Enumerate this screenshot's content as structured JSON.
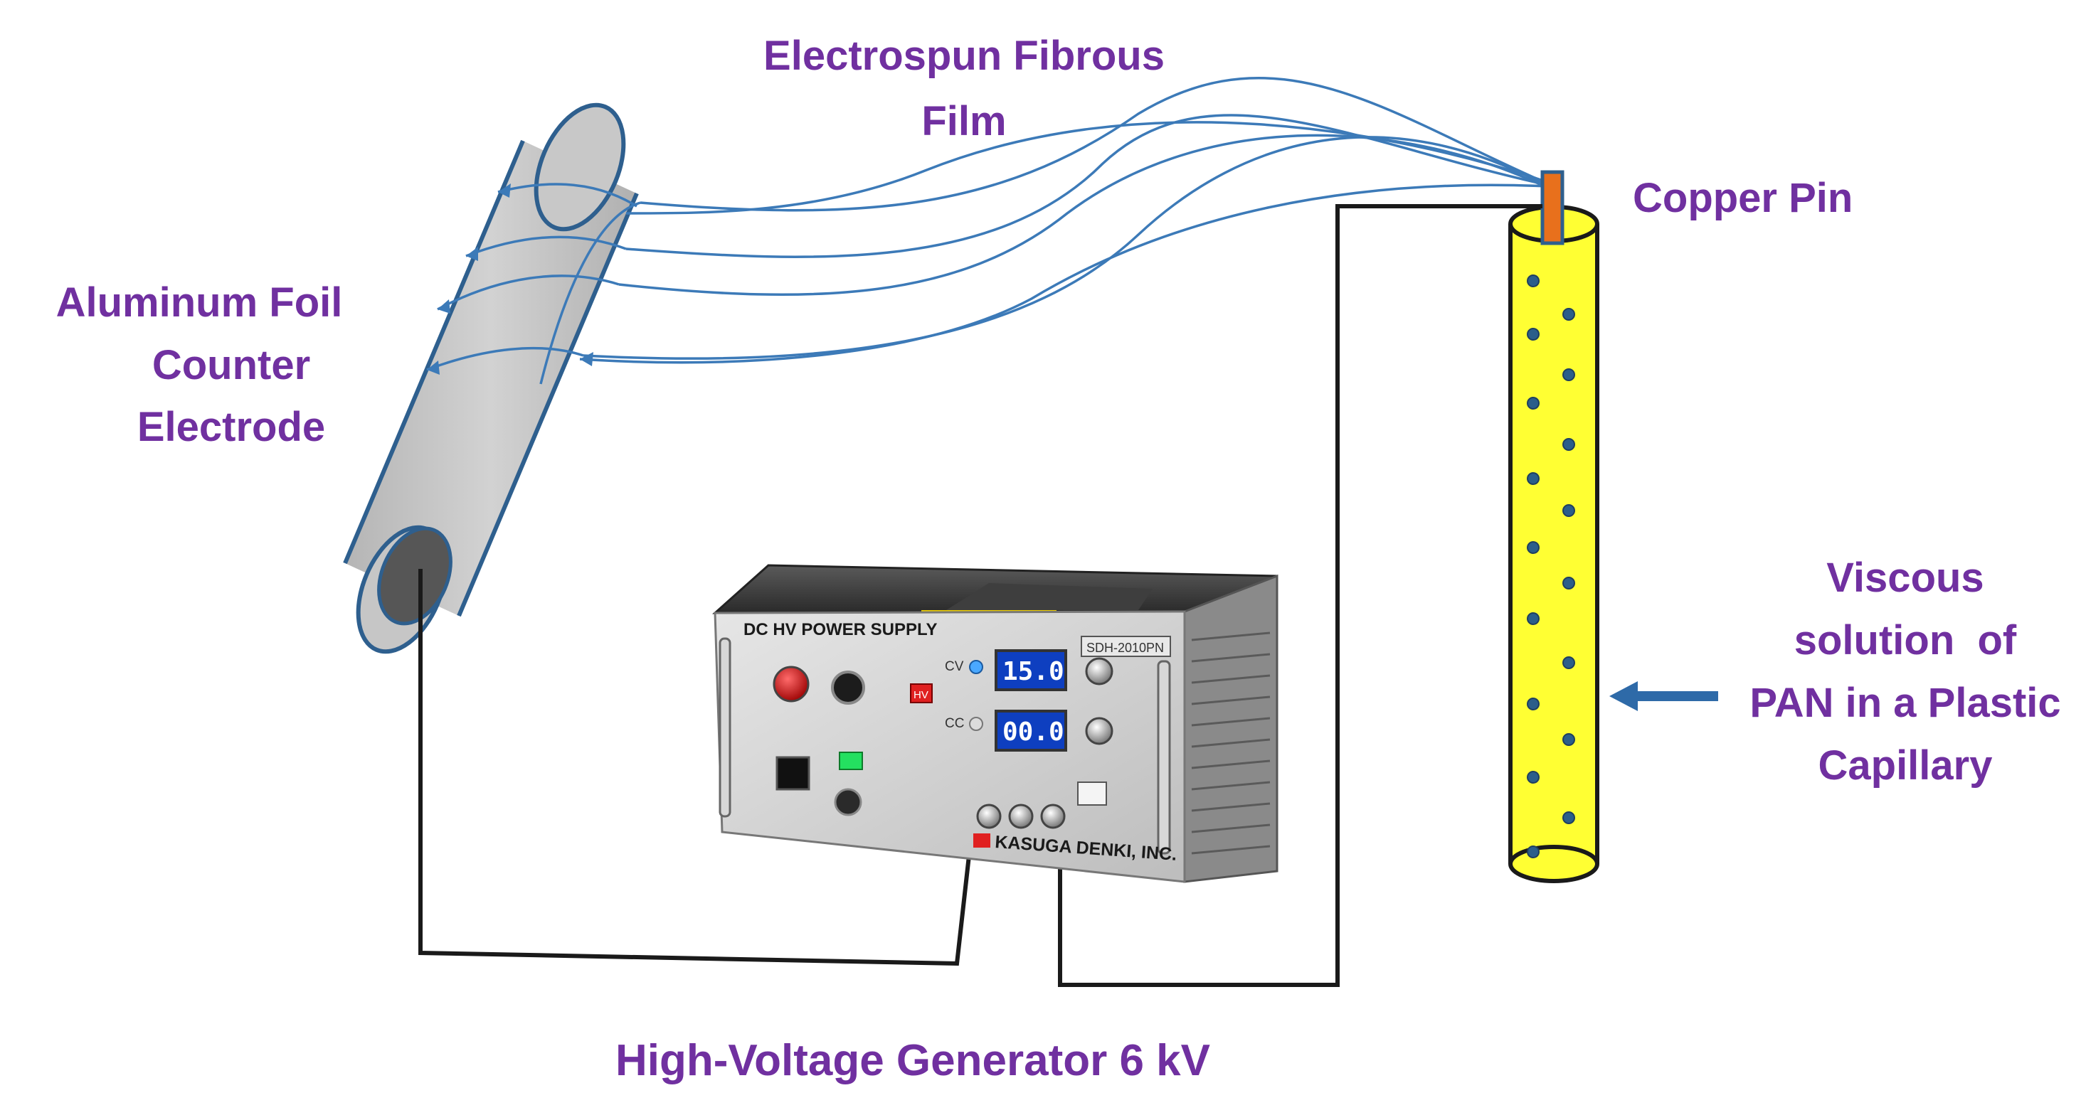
{
  "labels": {
    "film_line1": "Electrospun Fibrous",
    "film_line2": "Film",
    "copper_pin": "Copper Pin",
    "foil_line1": "Aluminum Foil",
    "foil_line2": "Counter",
    "foil_line3": "Electrode",
    "solution_line1": "Viscous",
    "solution_line2": "solution  of",
    "solution_line3": "PAN in a Plastic",
    "solution_line4": "Capillary",
    "generator": "High-Voltage Generator 6 kV"
  },
  "power_supply": {
    "title": "DC HV POWER SUPPLY",
    "model": "SDH-2010PN",
    "cv_label": "CV",
    "cc_label": "CC",
    "hv_label": "HV",
    "voltage_display": "15.0",
    "current_display": "00.0",
    "brand": "KASUGA DENKI, INC."
  },
  "colors": {
    "label_purple": "#7030a0",
    "fiber_blue": "#3c7ab8",
    "capillary_yellow": "#ffff33",
    "copper_orange": "#e8701c",
    "cylinder_gray": "#c3c3c3",
    "cylinder_outline": "#2e5f8e",
    "display_blue": "#0e3fc0",
    "arrow_blue": "#2e6aa8"
  }
}
